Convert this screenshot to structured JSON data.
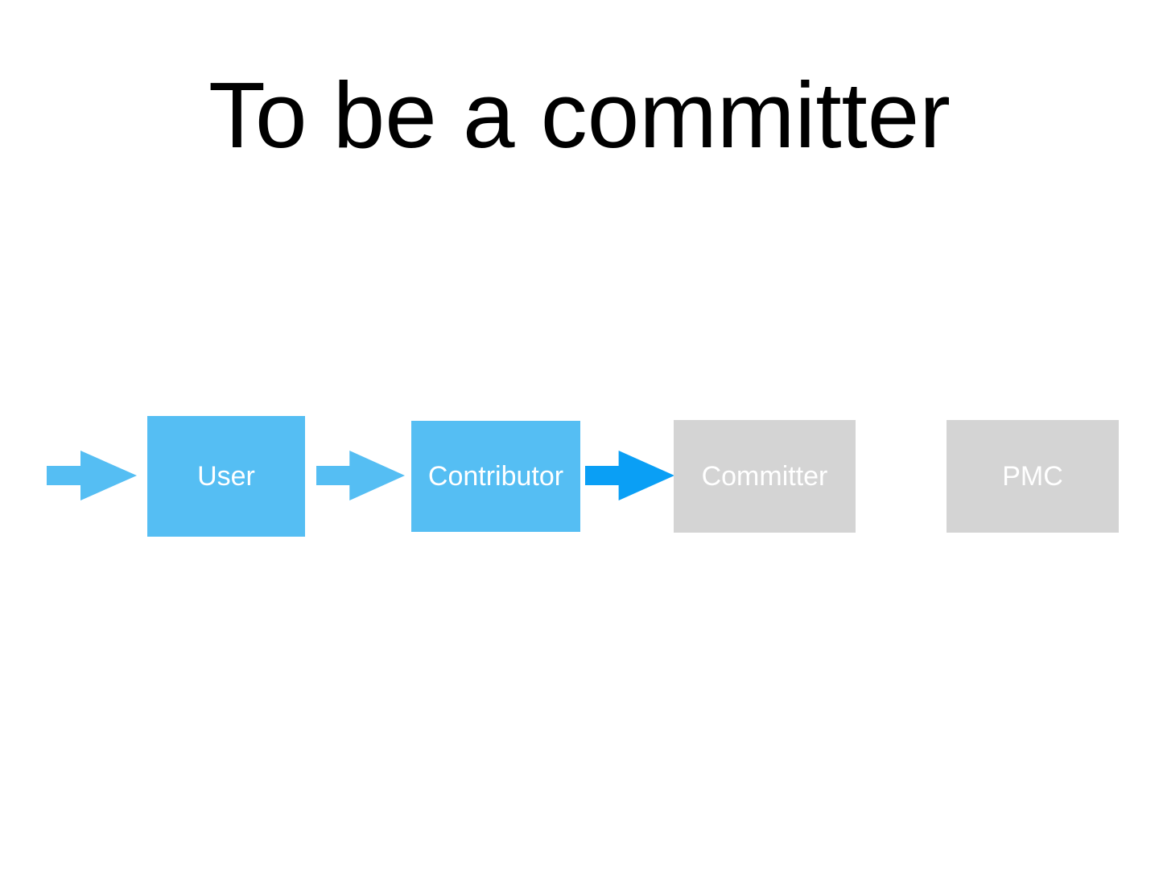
{
  "slide": {
    "title": "To be a committer",
    "background_color": "#FFFFFF",
    "title_color": "#000000"
  },
  "colors": {
    "stage_active": "#55BEF3",
    "stage_inactive": "#D4D4D4",
    "arrow_default": "#55BEF3",
    "arrow_highlight": "#0A9FF5",
    "label_text": "#FFFFFF"
  },
  "diagram": {
    "nodes": [
      {
        "label": "User",
        "state": "active"
      },
      {
        "label": "Contributor",
        "state": "active"
      },
      {
        "label": "Committer",
        "state": "inactive"
      },
      {
        "label": "PMC",
        "state": "inactive"
      }
    ],
    "arrows": [
      {
        "id": "arrow-into-user",
        "style": "default"
      },
      {
        "id": "arrow-user-to-contributor",
        "style": "default"
      },
      {
        "id": "arrow-contributor-to-committer",
        "style": "highlight"
      }
    ]
  }
}
